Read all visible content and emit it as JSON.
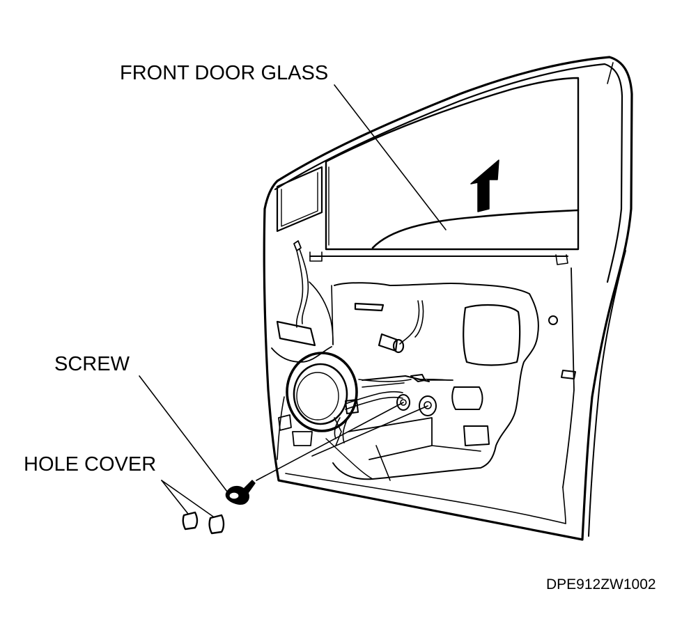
{
  "labels": {
    "front_door_glass": "FRONT DOOR GLASS",
    "screw": "SCREW",
    "hole_cover": "HOLE COVER"
  },
  "figure_code": "DPE912ZW1002"
}
